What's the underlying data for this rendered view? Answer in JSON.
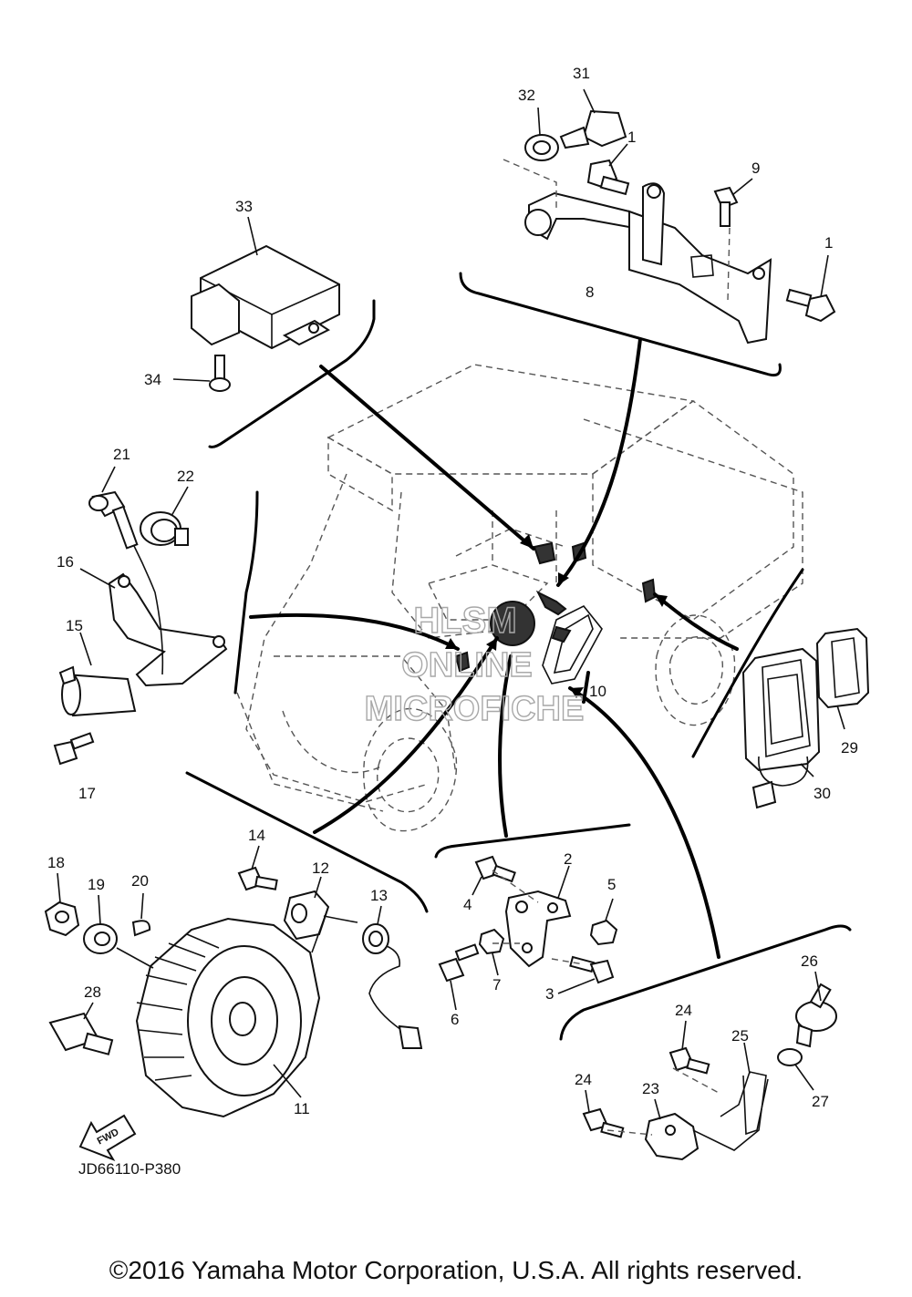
{
  "diagram": {
    "code": "JD66110-P380",
    "fwd_label": "FWD",
    "watermark": [
      "HLSM",
      "ONLINE",
      "MICROFICHE"
    ],
    "callouts": [
      "1",
      "2",
      "3",
      "4",
      "5",
      "6",
      "7",
      "8",
      "9",
      "10",
      "11",
      "12",
      "13",
      "14",
      "15",
      "16",
      "17",
      "18",
      "19",
      "20",
      "21",
      "22",
      "23",
      "24",
      "25",
      "26",
      "27",
      "28",
      "29",
      "30",
      "31",
      "32",
      "33",
      "34"
    ]
  },
  "copyright": "©2016 Yamaha Motor Corporation, U.S.A. All rights reserved."
}
